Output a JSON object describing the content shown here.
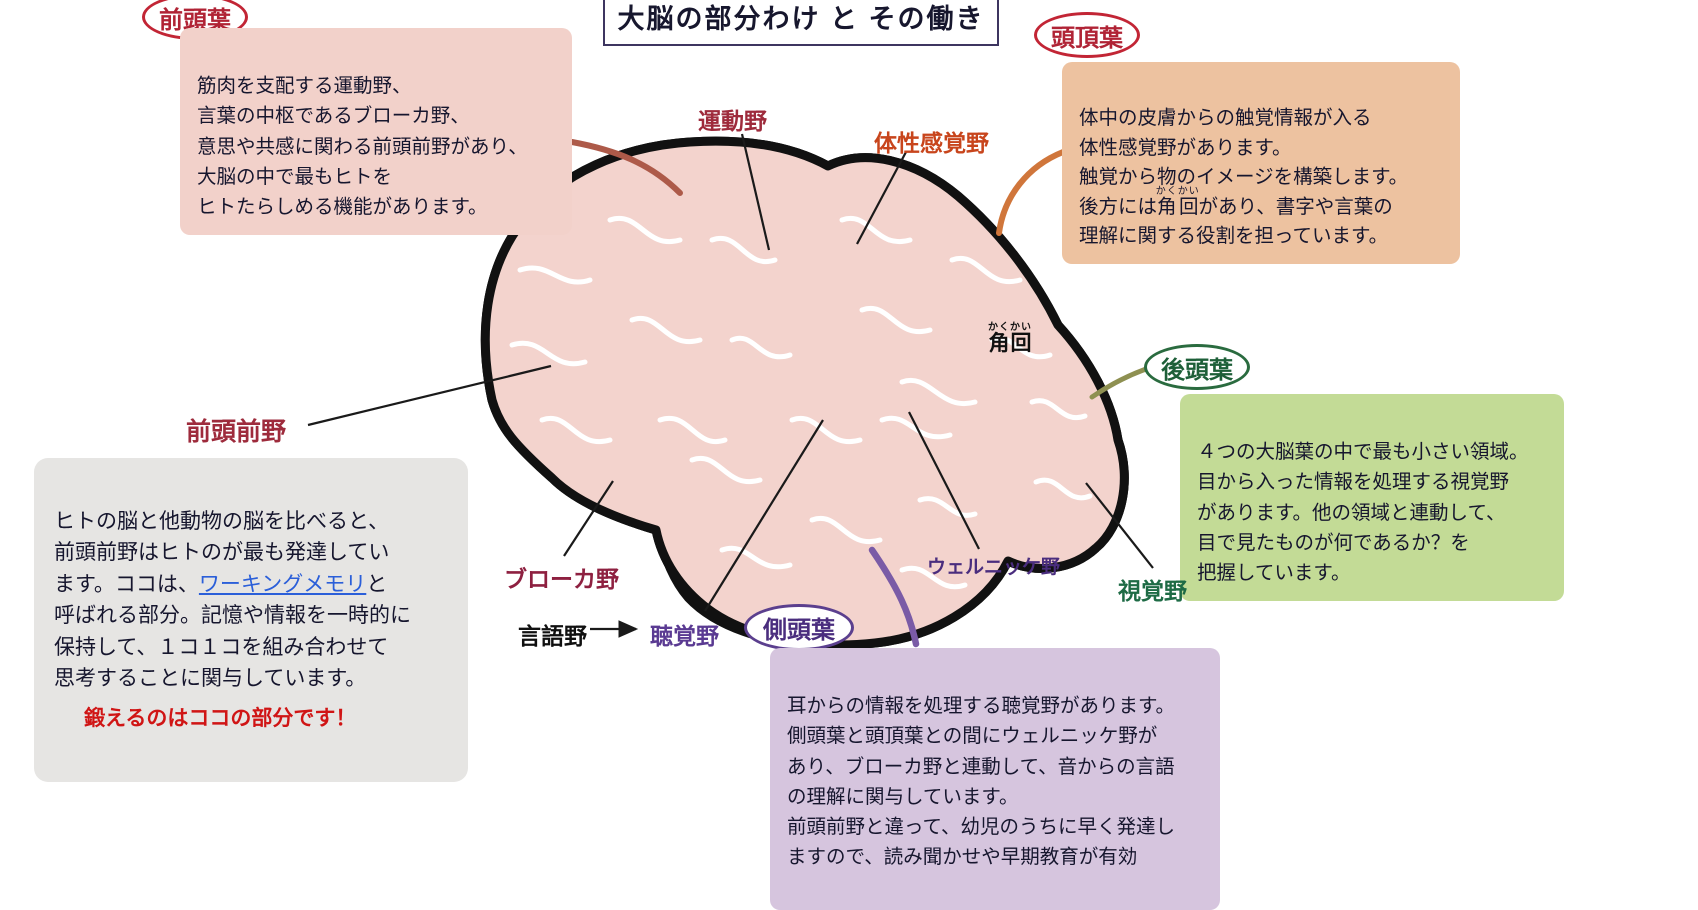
{
  "title": "大脳の部分わけ と その働き",
  "ovals": {
    "frontal": "前頭葉",
    "parietal": "頭頂葉",
    "occipital": "後頭葉",
    "temporal": "側頭葉"
  },
  "boxes": {
    "frontal": {
      "text": "筋肉を支配する運動野、\n言葉の中枢であるブローカ野、\n意思や共感に関わる前頭前野があり、\n大脳の中で最もヒトを\nヒトたらしめる機能があります。"
    },
    "parietal": {
      "text_before": "体中の皮膚からの触覚情報が入る\n体性感覚野があります。\n触覚から物のイメージを構築します。\n後方には",
      "ruby_base": "角回",
      "ruby_furigana": "かくかい",
      "text_after": "があり、書字や言葉の\n理解に関する役割を担っています。"
    },
    "occipital": {
      "text": "４つの大脳葉の中で最も小さい領域。\n目から入った情報を処理する視覚野\nがあります。他の領域と連動して、\n目で見たものが何であるか？を\n把握しています。"
    },
    "temporal": {
      "text": "耳からの情報を処理する聴覚野があります。\n側頭葉と頭頂葉との間にウェルニッケ野が\nあり、ブローカ野と連動して、音からの言語\nの理解に関与しています。\n前頭前野と違って、幼児のうちに早く発達し\nますので、読み聞かせや早期教育が有効"
    },
    "prefrontal_note": {
      "text_before": "ヒトの脳と他動物の脳を比べると、\n前頭前野はヒトのが最も発達してい\nます。ココは、",
      "link_text": "ワーキングメモリ",
      "text_after": "と\n呼ばれる部分。記憶や情報を一時的に\n保持して、１コ１コを組み合わせて\n思考することに関与しています。",
      "highlight": "鍛えるのはココの部分です！"
    }
  },
  "region_labels": {
    "motor": "運動野",
    "somatosensory": "体性感覚野",
    "angular_base": "角回",
    "angular_furigana": "かくかい",
    "prefrontal": "前頭前野",
    "broca": "ブローカ野",
    "language": "言語野",
    "auditory": "聴覚野",
    "wernicke": "ウェルニッケ野",
    "visual": "視覚野"
  },
  "colors": {
    "frontal_lobe_fill": "#d5606e",
    "frontal_light_fill": "#f3d3cd",
    "parietal_fill": "#f2a66d",
    "occipital_fill": "#abce6c",
    "occipital_light_fill": "#dde9b6",
    "temporal_fill": "#9e88bb",
    "temporal_light_fill": "#c9c0e0",
    "red_label": "#9e2b3c",
    "orange_label": "#c8451c",
    "green_label": "#1e6b45",
    "purple_label": "#4a2d7e",
    "link_blue": "#2b5fd9",
    "highlight_red": "#d01515"
  }
}
